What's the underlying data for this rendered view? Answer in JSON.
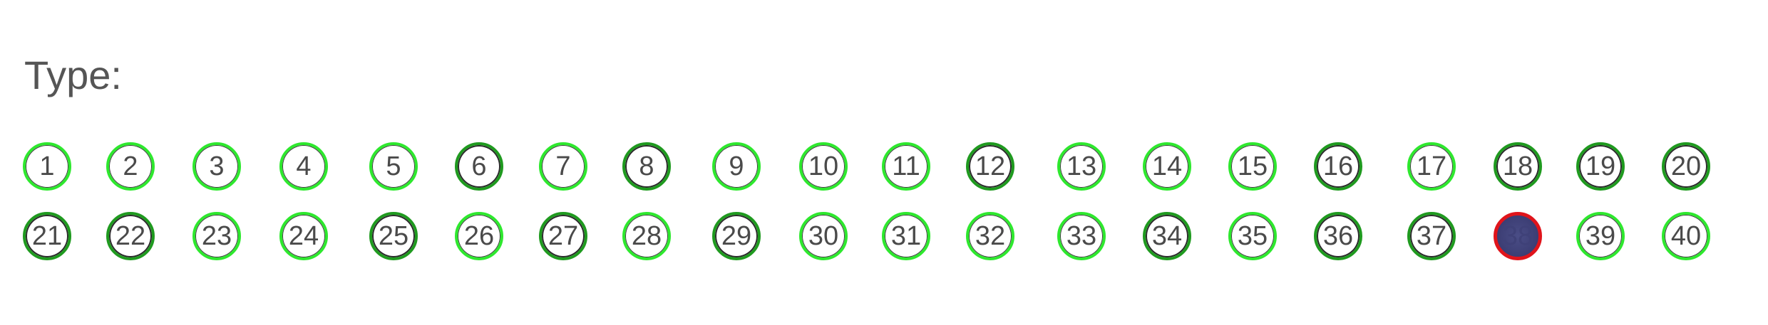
{
  "form": {
    "label": "Type:",
    "bubbles": [
      {
        "num": "1",
        "state": "green"
      },
      {
        "num": "2",
        "state": "green"
      },
      {
        "num": "3",
        "state": "green"
      },
      {
        "num": "4",
        "state": "green"
      },
      {
        "num": "5",
        "state": "green"
      },
      {
        "num": "6",
        "state": "dark"
      },
      {
        "num": "7",
        "state": "green"
      },
      {
        "num": "8",
        "state": "dark"
      },
      {
        "num": "9",
        "state": "green"
      },
      {
        "num": "10",
        "state": "green"
      },
      {
        "num": "11",
        "state": "green"
      },
      {
        "num": "12",
        "state": "dark"
      },
      {
        "num": "13",
        "state": "green"
      },
      {
        "num": "14",
        "state": "green"
      },
      {
        "num": "15",
        "state": "green"
      },
      {
        "num": "16",
        "state": "dark"
      },
      {
        "num": "17",
        "state": "green"
      },
      {
        "num": "18",
        "state": "dark"
      },
      {
        "num": "19",
        "state": "dark"
      },
      {
        "num": "20",
        "state": "dark"
      },
      {
        "num": "21",
        "state": "dark"
      },
      {
        "num": "22",
        "state": "dark"
      },
      {
        "num": "23",
        "state": "green"
      },
      {
        "num": "24",
        "state": "green"
      },
      {
        "num": "25",
        "state": "dark"
      },
      {
        "num": "26",
        "state": "green"
      },
      {
        "num": "27",
        "state": "dark"
      },
      {
        "num": "28",
        "state": "green"
      },
      {
        "num": "29",
        "state": "dark"
      },
      {
        "num": "30",
        "state": "green"
      },
      {
        "num": "31",
        "state": "green"
      },
      {
        "num": "32",
        "state": "green"
      },
      {
        "num": "33",
        "state": "green"
      },
      {
        "num": "34",
        "state": "dark"
      },
      {
        "num": "35",
        "state": "green"
      },
      {
        "num": "36",
        "state": "dark"
      },
      {
        "num": "37",
        "state": "dark"
      },
      {
        "num": "38",
        "state": "filled"
      },
      {
        "num": "39",
        "state": "green"
      },
      {
        "num": "40",
        "state": "green"
      }
    ],
    "selected": "38"
  },
  "colors": {
    "ring_green": "#2ee82e",
    "ring_dark_green": "#1f9a1f",
    "filled_fill": "#3f4178",
    "filled_ring": "#e0141b",
    "text": "#4a4a4a"
  }
}
